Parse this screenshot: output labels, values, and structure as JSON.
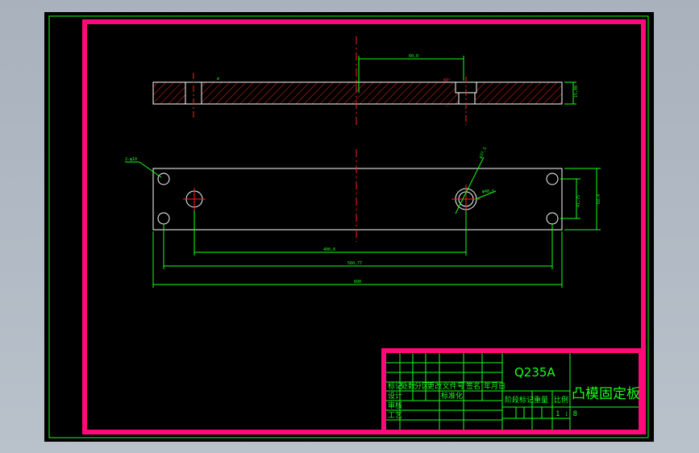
{
  "drawing": {
    "material": "Q235A",
    "part_name": "凸模固定板",
    "scale": "1 : 8"
  },
  "title_block": {
    "row_headers": [
      "标记",
      "处数",
      "分区",
      "更改文件号",
      "签名",
      "年月日"
    ],
    "designer_label": "设计",
    "standardization_label": "标准化",
    "check_label": "审核",
    "process_label": "工艺",
    "stage_mark_label": "阶段标记",
    "weight_label": "重量",
    "scale_label": "比例"
  },
  "dimensions": {
    "top_partial": "60,0",
    "thickness": "15,00",
    "hole_callout": "2-φ10",
    "big_hole": "φ37,5",
    "big_hole_inner": "φ40,5",
    "inner_height": "41,75",
    "outer_height": "68,4",
    "center_dist": "400,0",
    "hole_dist": "560,77",
    "overall_length": "600"
  },
  "colors": {
    "frame": "#ff0a78",
    "border": "#19ff19",
    "line": "#ffffff",
    "hatch": "#ff2020",
    "center": "#ff2020",
    "dim": "#19ff19",
    "background": "#000000"
  }
}
